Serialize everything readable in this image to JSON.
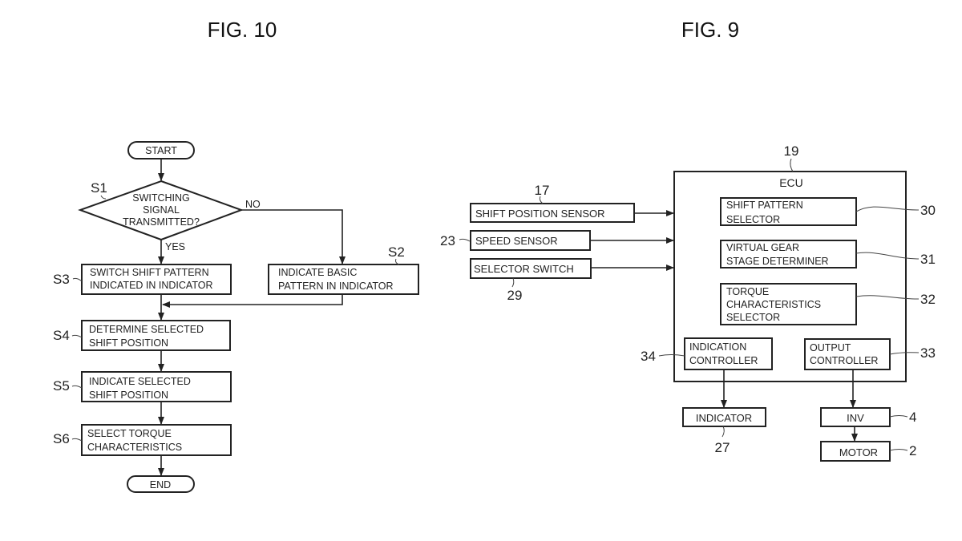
{
  "fig10": {
    "title": "FIG. 10",
    "start": "START",
    "end": "END",
    "yes": "YES",
    "no": "NO",
    "steps": {
      "s1": {
        "ref": "S1",
        "lines": [
          "SWITCHING",
          "SIGNAL",
          "TRANSMITTED?"
        ]
      },
      "s2": {
        "ref": "S2",
        "lines": [
          "INDICATE BASIC",
          "PATTERN IN INDICATOR"
        ]
      },
      "s3": {
        "ref": "S3",
        "lines": [
          "SWITCH SHIFT PATTERN",
          "INDICATED IN INDICATOR"
        ]
      },
      "s4": {
        "ref": "S4",
        "lines": [
          "DETERMINE SELECTED",
          "SHIFT POSITION"
        ]
      },
      "s5": {
        "ref": "S5",
        "lines": [
          "INDICATE SELECTED",
          "SHIFT POSITION"
        ]
      },
      "s6": {
        "ref": "S6",
        "lines": [
          "SELECT TORQUE",
          "CHARACTERISTICS"
        ]
      }
    }
  },
  "fig9": {
    "title": "FIG. 9",
    "ecu": {
      "ref": "19",
      "label": "ECU"
    },
    "inputs": {
      "shift_position_sensor": {
        "ref": "17",
        "label": "SHIFT POSITION SENSOR"
      },
      "speed_sensor": {
        "ref": "23",
        "label": "SPEED SENSOR"
      },
      "selector_switch": {
        "ref": "29",
        "label": "SELECTOR SWITCH"
      }
    },
    "modules": {
      "shift_pattern_selector": {
        "ref": "30",
        "lines": [
          "SHIFT PATTERN",
          "SELECTOR"
        ]
      },
      "virtual_gear_stage_determiner": {
        "ref": "31",
        "lines": [
          "VIRTUAL GEAR",
          "STAGE DETERMINER"
        ]
      },
      "torque_characteristics_selector": {
        "ref": "32",
        "lines": [
          "TORQUE",
          "CHARACTERISTICS",
          "SELECTOR"
        ]
      },
      "indication_controller": {
        "ref": "34",
        "lines": [
          "INDICATION",
          "CONTROLLER"
        ]
      },
      "output_controller": {
        "ref": "33",
        "lines": [
          "OUTPUT",
          "CONTROLLER"
        ]
      }
    },
    "outputs": {
      "indicator": {
        "ref": "27",
        "label": "INDICATOR"
      },
      "inv": {
        "ref": "4",
        "label": "INV"
      },
      "motor": {
        "ref": "2",
        "label": "MOTOR"
      }
    }
  }
}
